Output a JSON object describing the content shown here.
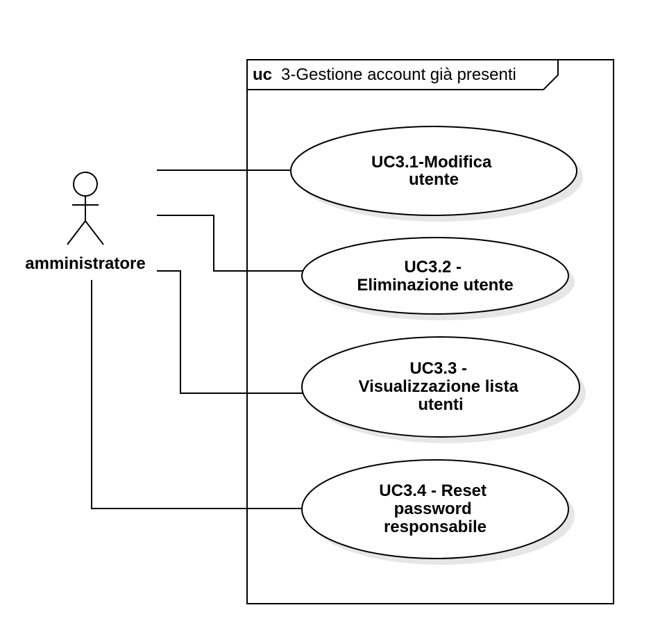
{
  "frame": {
    "keyword": "uc",
    "name": "3-Gestione account già presenti"
  },
  "actor": {
    "label": "amministratore"
  },
  "use_cases": [
    {
      "id": "uc3-1",
      "lines": [
        "UC3.1-Modifica",
        "utente"
      ]
    },
    {
      "id": "uc3-2",
      "lines": [
        "UC3.2 -",
        "Eliminazione utente"
      ]
    },
    {
      "id": "uc3-3",
      "lines": [
        "UC3.3 -",
        "Visualizzazione lista",
        "utenti"
      ]
    },
    {
      "id": "uc3-4",
      "lines": [
        "UC3.4 - Reset",
        "password",
        "responsabile"
      ]
    }
  ],
  "colors": {
    "stroke": "#000000",
    "fill": "#ffffff",
    "shadow": "#e6e6e6"
  }
}
